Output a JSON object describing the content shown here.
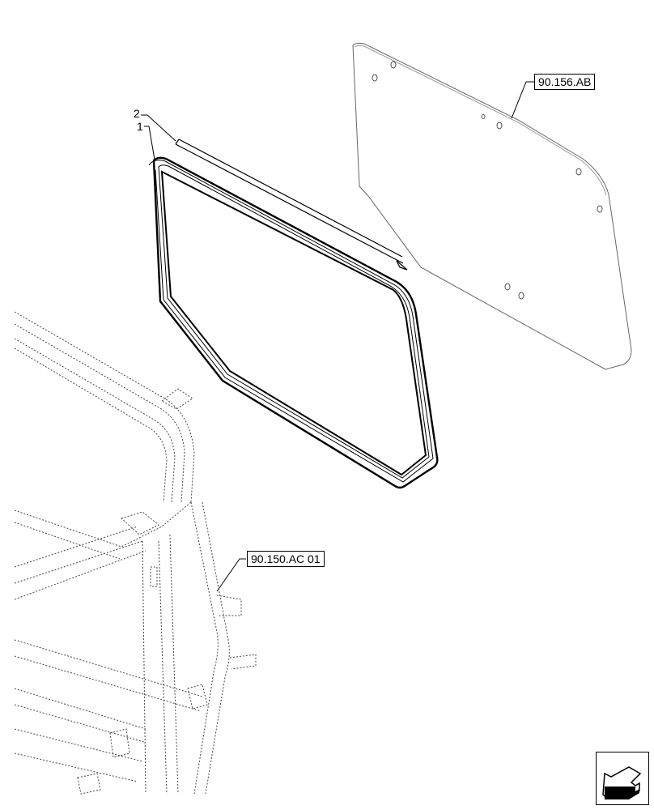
{
  "diagram": {
    "type": "exploded parts illustration",
    "subject": "cab door window glass with seal and seal strip",
    "colors": {
      "line": "#000000",
      "hidden_line": "#555555",
      "background": "#ffffff"
    }
  },
  "item_labels": [
    {
      "id": "2",
      "text": "2",
      "describes": "seal strip"
    },
    {
      "id": "1",
      "text": "1",
      "describes": "window seal"
    }
  ],
  "callouts": [
    {
      "id": "glass",
      "text": "90.156.AB",
      "describes": "window glass reference"
    },
    {
      "id": "cab",
      "text": "90.150.AC 01",
      "describes": "cab frame reference"
    }
  ],
  "navigation": {
    "icon": "arrow-back-icon"
  }
}
